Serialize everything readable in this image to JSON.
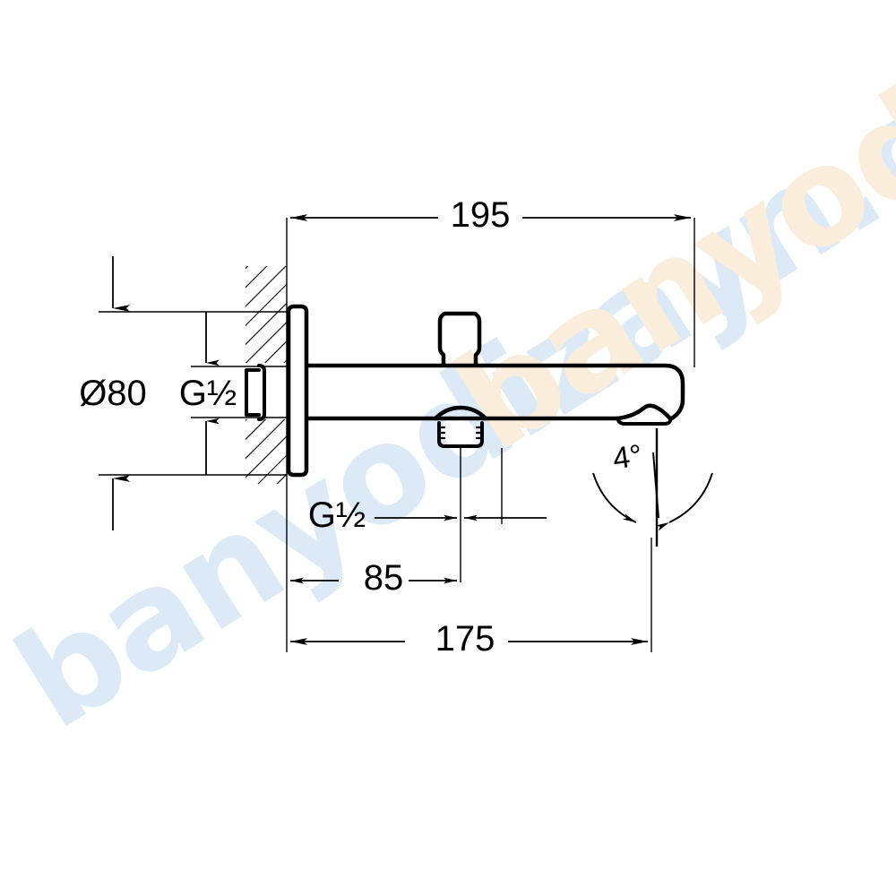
{
  "document": {
    "type": "technical-drawing",
    "subject": "wall-mounted bath spout with diverter",
    "background_color": "#ffffff",
    "line_color": "#000000"
  },
  "watermark": {
    "text": "banyodizayn.com",
    "blue_color": "#dceaf7",
    "cream_color": "#fbeddc",
    "rotation_degrees": -32
  },
  "dimensions": {
    "overall_length": {
      "value": "195",
      "label": "195",
      "orientation": "horizontal",
      "position": "top"
    },
    "projection_length": {
      "value": "175",
      "label": "175",
      "orientation": "horizontal",
      "position": "bottom"
    },
    "diverter_offset": {
      "value": "85",
      "label": "85",
      "orientation": "horizontal",
      "position": "bottom"
    },
    "flange_diameter": {
      "value": "80",
      "label": "Ø80",
      "orientation": "vertical",
      "position": "left"
    },
    "inlet_thread": {
      "value": "G1/2",
      "label": "G½",
      "orientation": "vertical",
      "position": "left"
    },
    "outlet_thread": {
      "value": "G1/2",
      "label": "G½",
      "orientation": "vertical",
      "position": "bottom-left"
    },
    "swivel_angle": {
      "value": "4",
      "label": "4°",
      "orientation": "arc",
      "position": "bottom-right"
    }
  },
  "annotations": {
    "wall_hatching": "section-hatch",
    "flange": "escutcheon-plate",
    "knob": "diverter-knob",
    "outlet": "shower-outlet-thread",
    "aerator": "spout-aerator"
  }
}
